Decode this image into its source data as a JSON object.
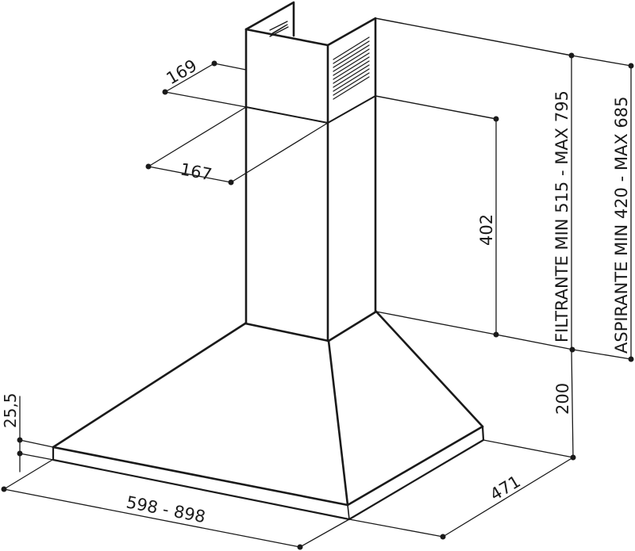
{
  "drawing": {
    "subject": "Chimney range hood dimensional drawing",
    "line_color": "#1a1a1a",
    "background": "#ffffff",
    "dimensions": {
      "duct_depth": "169",
      "duct_width": "167",
      "duct_lower_height": "402",
      "hood_height": "200",
      "hood_depth": "471",
      "hood_width": "598 - 898",
      "base_thickness": "25,5",
      "filtrante": "FILTRANTE MIN 515 - MAX 795",
      "aspirante": "ASPIRANTE MIN 420 - MAX 685"
    }
  }
}
